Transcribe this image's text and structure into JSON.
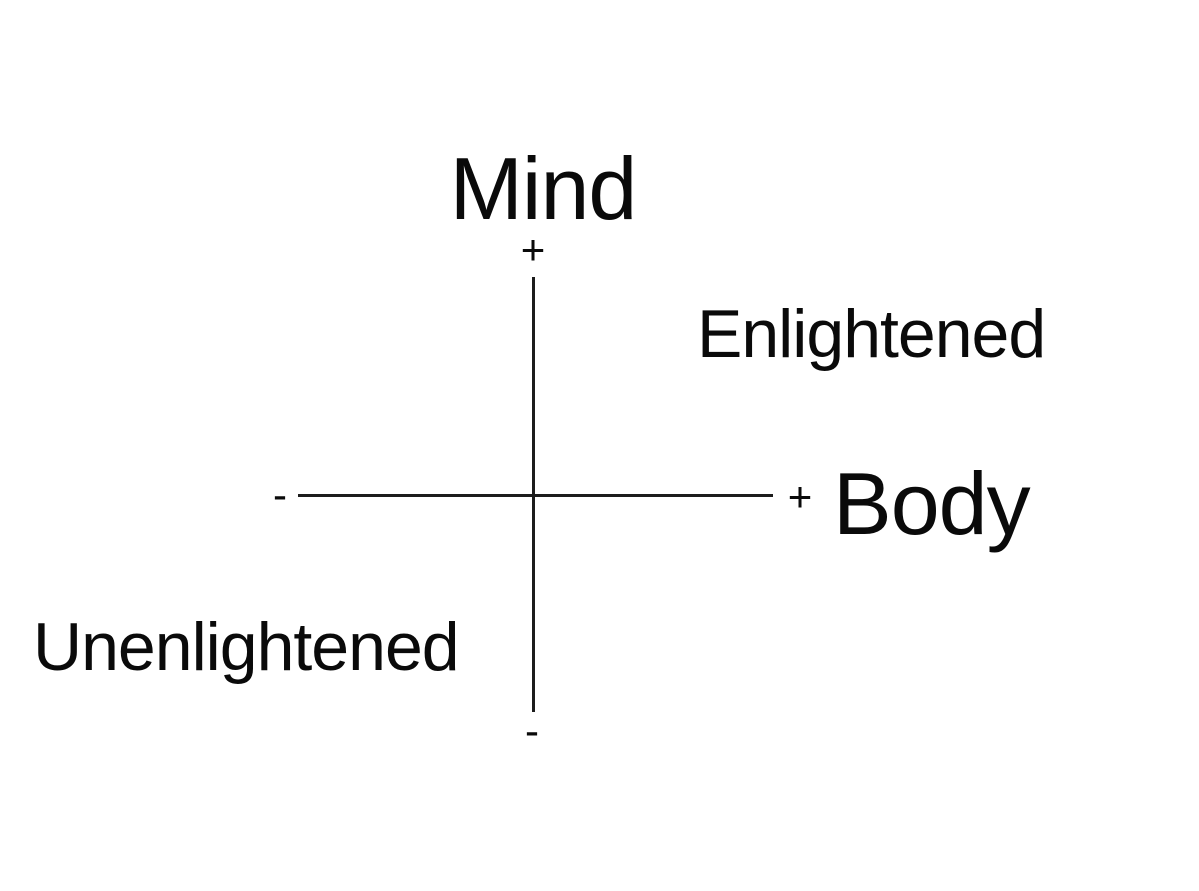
{
  "colors": {
    "background": "#ffffff",
    "line": "#1c1c1c",
    "text": "#0a0a0a"
  },
  "diagram": {
    "type": "quadrant-axes",
    "y_axis": {
      "label": "Mind",
      "plus": "+",
      "minus": "-"
    },
    "x_axis": {
      "label": "Body",
      "plus": "+",
      "minus": "-"
    },
    "quadrants": {
      "top_right": "Enlightened",
      "bottom_left": "Unenlightened"
    }
  }
}
